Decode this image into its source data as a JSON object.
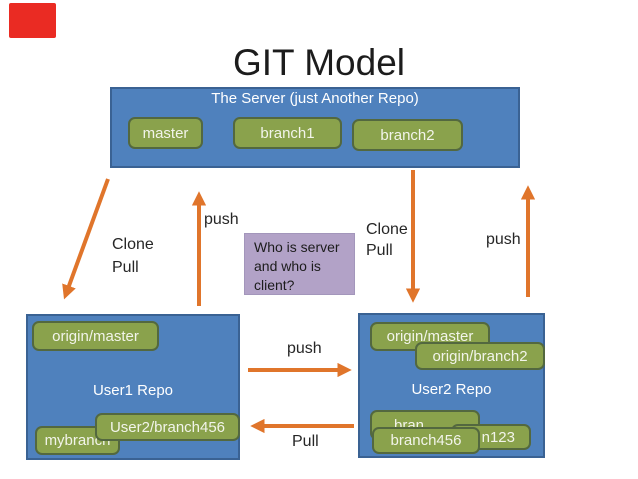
{
  "title": "GIT Model",
  "colors": {
    "repo_blue": "#4f81bd",
    "repo_blue_border": "#3a6293",
    "branch_green": "#8aa24c",
    "branch_green_border": "#53683f",
    "arrow_orange": "#e0752b",
    "question_purple": "#b2a2c7",
    "corner_red": "#ea2b23"
  },
  "server": {
    "title": "The Server (just Another Repo)",
    "branches": [
      "master",
      "branch1",
      "branch2"
    ]
  },
  "question_box": {
    "lines": [
      "Who is server",
      "and who is",
      "client?"
    ]
  },
  "arrow_labels": {
    "left_clone": "Clone",
    "left_pull": "Pull",
    "left_push": "push",
    "right_clone": "Clone",
    "right_pull": "Pull",
    "right_push": "push",
    "mid_push": "push",
    "mid_pull": "Pull"
  },
  "user1": {
    "title": "User1 Repo",
    "branches": {
      "origin_master": "origin/master",
      "user2_branch456": "User2/branch456",
      "mybranch": "mybranch"
    }
  },
  "user2": {
    "title": "User2 Repo",
    "branches": {
      "origin_master": "origin/master",
      "origin_branch2": "origin/branch2",
      "bran_fragment": "bran",
      "n123_fragment": "n123",
      "branch456": "branch456"
    }
  }
}
